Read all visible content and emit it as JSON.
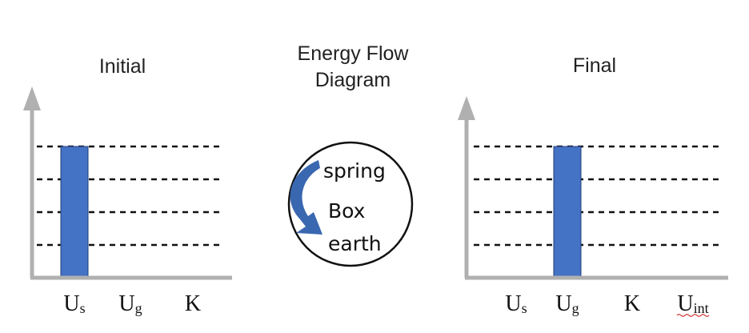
{
  "titles": {
    "initial": "Initial",
    "flow_line1": "Energy Flow",
    "flow_line2": "Diagram",
    "final": "Final"
  },
  "flow_system": {
    "items": [
      "spring",
      "Box",
      "earth"
    ]
  },
  "colors": {
    "bar": "#4472c4",
    "bar_edge": "#1f3f7a",
    "axis": "#b0b0b0",
    "dashed": "#111111",
    "arrow": "#3a68b0",
    "squiggle": "#d03030"
  },
  "chart_data": [
    {
      "type": "bar",
      "title": "Initial",
      "categories": [
        "Us",
        "Ug",
        "K"
      ],
      "category_parts": [
        {
          "main": "U",
          "sub": "s"
        },
        {
          "main": "U",
          "sub": "g"
        },
        {
          "main": "K",
          "sub": ""
        }
      ],
      "values": [
        4,
        0,
        0
      ],
      "ylim": [
        0,
        4
      ],
      "grid": true
    },
    {
      "type": "bar",
      "title": "Final",
      "categories": [
        "Us",
        "Ug",
        "K",
        "Uint"
      ],
      "category_parts": [
        {
          "main": "U",
          "sub": "s"
        },
        {
          "main": "U",
          "sub": "g"
        },
        {
          "main": "K",
          "sub": ""
        },
        {
          "main": "U",
          "sub": "int"
        }
      ],
      "values": [
        0,
        4,
        0,
        0
      ],
      "ylim": [
        0,
        4
      ],
      "grid": true
    }
  ]
}
